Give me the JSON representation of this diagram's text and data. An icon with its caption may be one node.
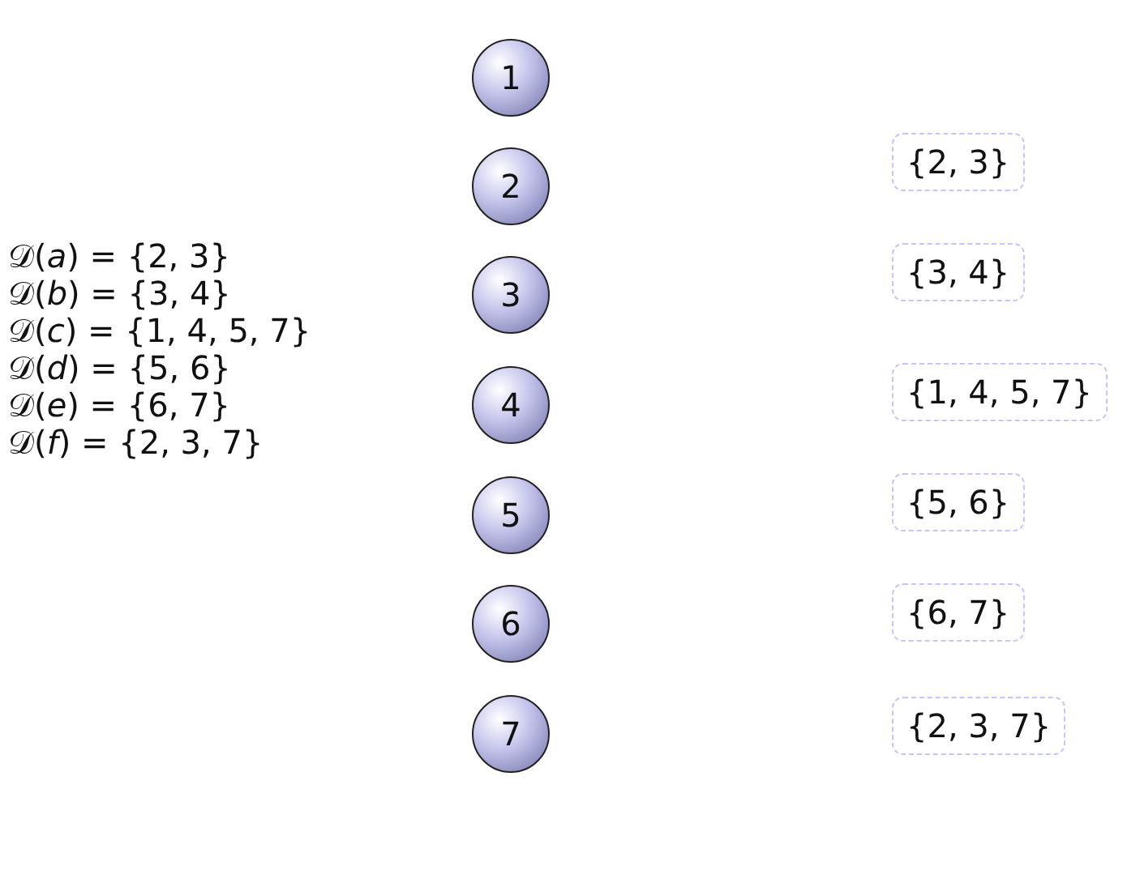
{
  "diagram": {
    "nodes": [
      {
        "text": [
          "1"
        ]
      },
      {
        "text": [
          "2"
        ]
      },
      {
        "text": [
          "3"
        ]
      },
      {
        "text": [
          "4"
        ]
      },
      {
        "text": [
          "5"
        ]
      },
      {
        "text": [
          "6"
        ]
      },
      {
        "text": [
          "7"
        ]
      },
      {
        "text": [
          "{2, 3}"
        ]
      },
      {
        "text": [
          "{3, 4}"
        ]
      },
      {
        "text": [
          "{1, 4, 5, 7}"
        ]
      },
      {
        "text": [
          "{5, 6}"
        ]
      },
      {
        "text": [
          "{6, 7}"
        ]
      },
      {
        "text": [
          "{2, 3, 7}"
        ]
      }
    ],
    "edges": [],
    "labels": [
      "𝒟(*a*) = {2, 3}",
      "𝒟(*b*) = {3, 4}",
      "𝒟(*c*) = {1, 4, 5, 7}",
      "𝒟(*d*) = {5, 6}",
      "𝒟(*e*) = {6, 7}",
      "𝒟(*f*) = {2, 3, 7}"
    ]
  }
}
